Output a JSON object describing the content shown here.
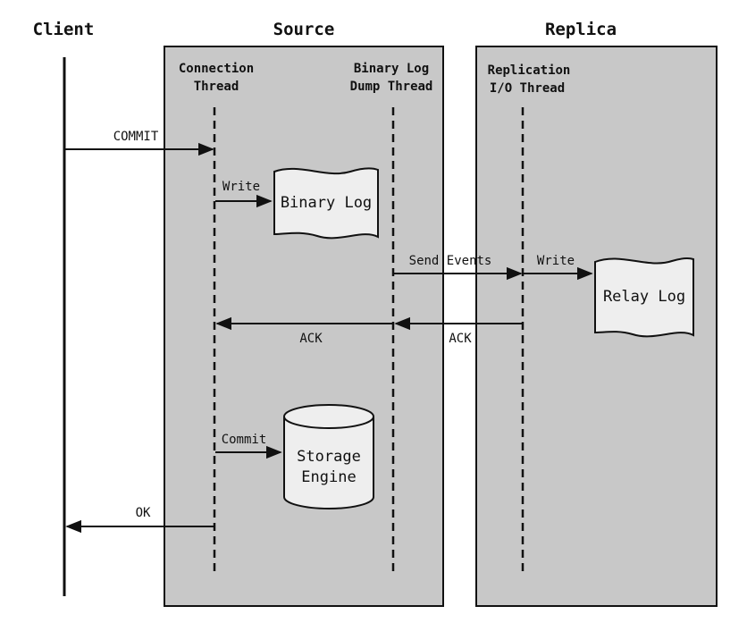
{
  "columns": {
    "client": "Client",
    "source": "Source",
    "replica": "Replica"
  },
  "threads": {
    "connection_line1": "Connection",
    "connection_line2": "Thread",
    "dump_line1": "Binary Log",
    "dump_line2": "Dump Thread",
    "io_line1": "Replication",
    "io_line2": "I/O Thread"
  },
  "messages": {
    "commit_request": "COMMIT",
    "write_binlog": "Write",
    "send_events": "Send Events",
    "write_relay": "Write",
    "ack_replica": "ACK",
    "ack_source": "ACK",
    "commit_engine": "Commit",
    "ok": "OK"
  },
  "nodes": {
    "binary_log": "Binary Log",
    "relay_log": "Relay Log",
    "storage_line1": "Storage",
    "storage_line2": "Engine"
  },
  "colors": {
    "panel": "#c8c8c8",
    "node_fill": "#eeeeee",
    "stroke": "#111111"
  }
}
